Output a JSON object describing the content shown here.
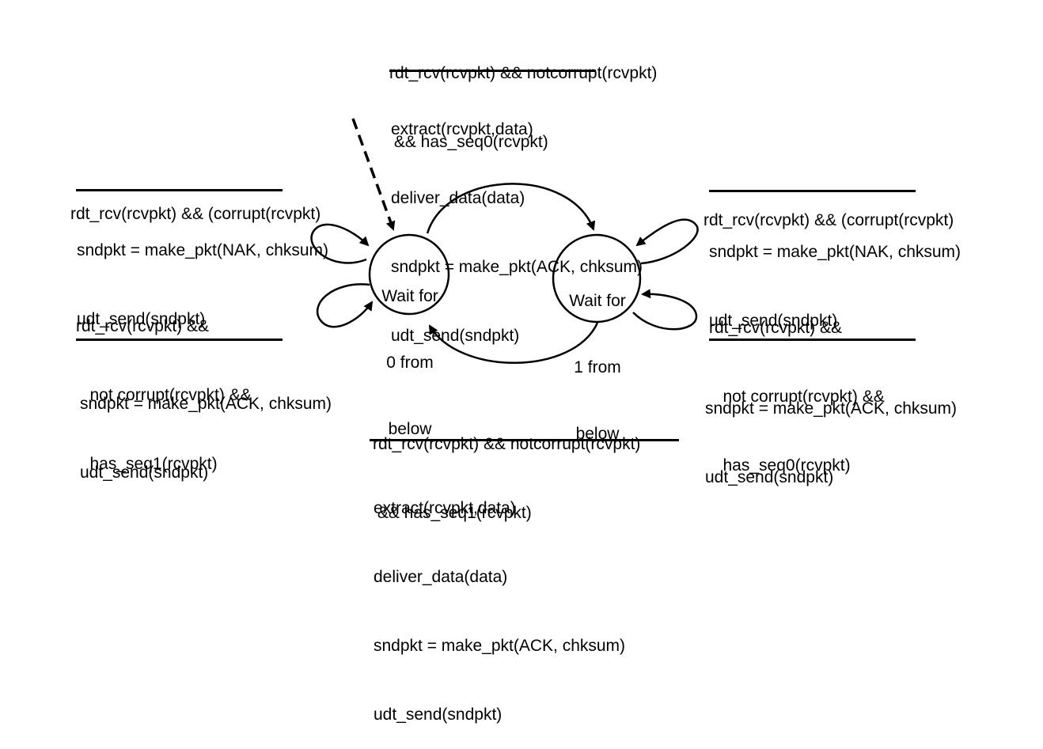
{
  "states": {
    "wait0": {
      "lines": [
        "Wait for",
        "0 from",
        "below"
      ]
    },
    "wait1": {
      "lines": [
        "Wait for",
        "1 from",
        "below"
      ]
    }
  },
  "transitions": {
    "top": {
      "event": [
        "rdt_rcv(rcvpkt) && notcorrupt(rcvpkt)",
        " && has_seq0(rcvpkt)"
      ],
      "actions": [
        "extract(rcvpkt,data)",
        "deliver_data(data)",
        "sndpkt = make_pkt(ACK, chksum)",
        "udt_send(sndpkt)"
      ]
    },
    "bottom": {
      "event": [
        "rdt_rcv(rcvpkt) && notcorrupt(rcvpkt)",
        " && has_seq1(rcvpkt)"
      ],
      "actions": [
        "extract(rcvpkt,data)",
        "deliver_data(data)",
        "sndpkt = make_pkt(ACK, chksum)",
        "udt_send(sndpkt)"
      ]
    },
    "left_corrupt": {
      "event": [
        "rdt_rcv(rcvpkt) && (corrupt(rcvpkt)"
      ],
      "actions": [
        "sndpkt = make_pkt(NAK, chksum)",
        "udt_send(sndpkt)"
      ]
    },
    "left_dup": {
      "event": [
        "rdt_rcv(rcvpkt) &&",
        "   not corrupt(rcvpkt) &&",
        "   has_seq1(rcvpkt)"
      ],
      "actions": [
        "sndpkt = make_pkt(ACK, chksum)",
        "udt_send(sndpkt)"
      ]
    },
    "right_corrupt": {
      "event": [
        "rdt_rcv(rcvpkt) && (corrupt(rcvpkt)"
      ],
      "actions": [
        "sndpkt = make_pkt(NAK, chksum)",
        "udt_send(sndpkt)"
      ]
    },
    "right_dup": {
      "event": [
        "rdt_rcv(rcvpkt) &&",
        "   not corrupt(rcvpkt) &&",
        "   has_seq0(rcvpkt)"
      ],
      "actions": [
        "sndpkt = make_pkt(ACK, chksum)",
        "udt_send(sndpkt)"
      ]
    }
  }
}
